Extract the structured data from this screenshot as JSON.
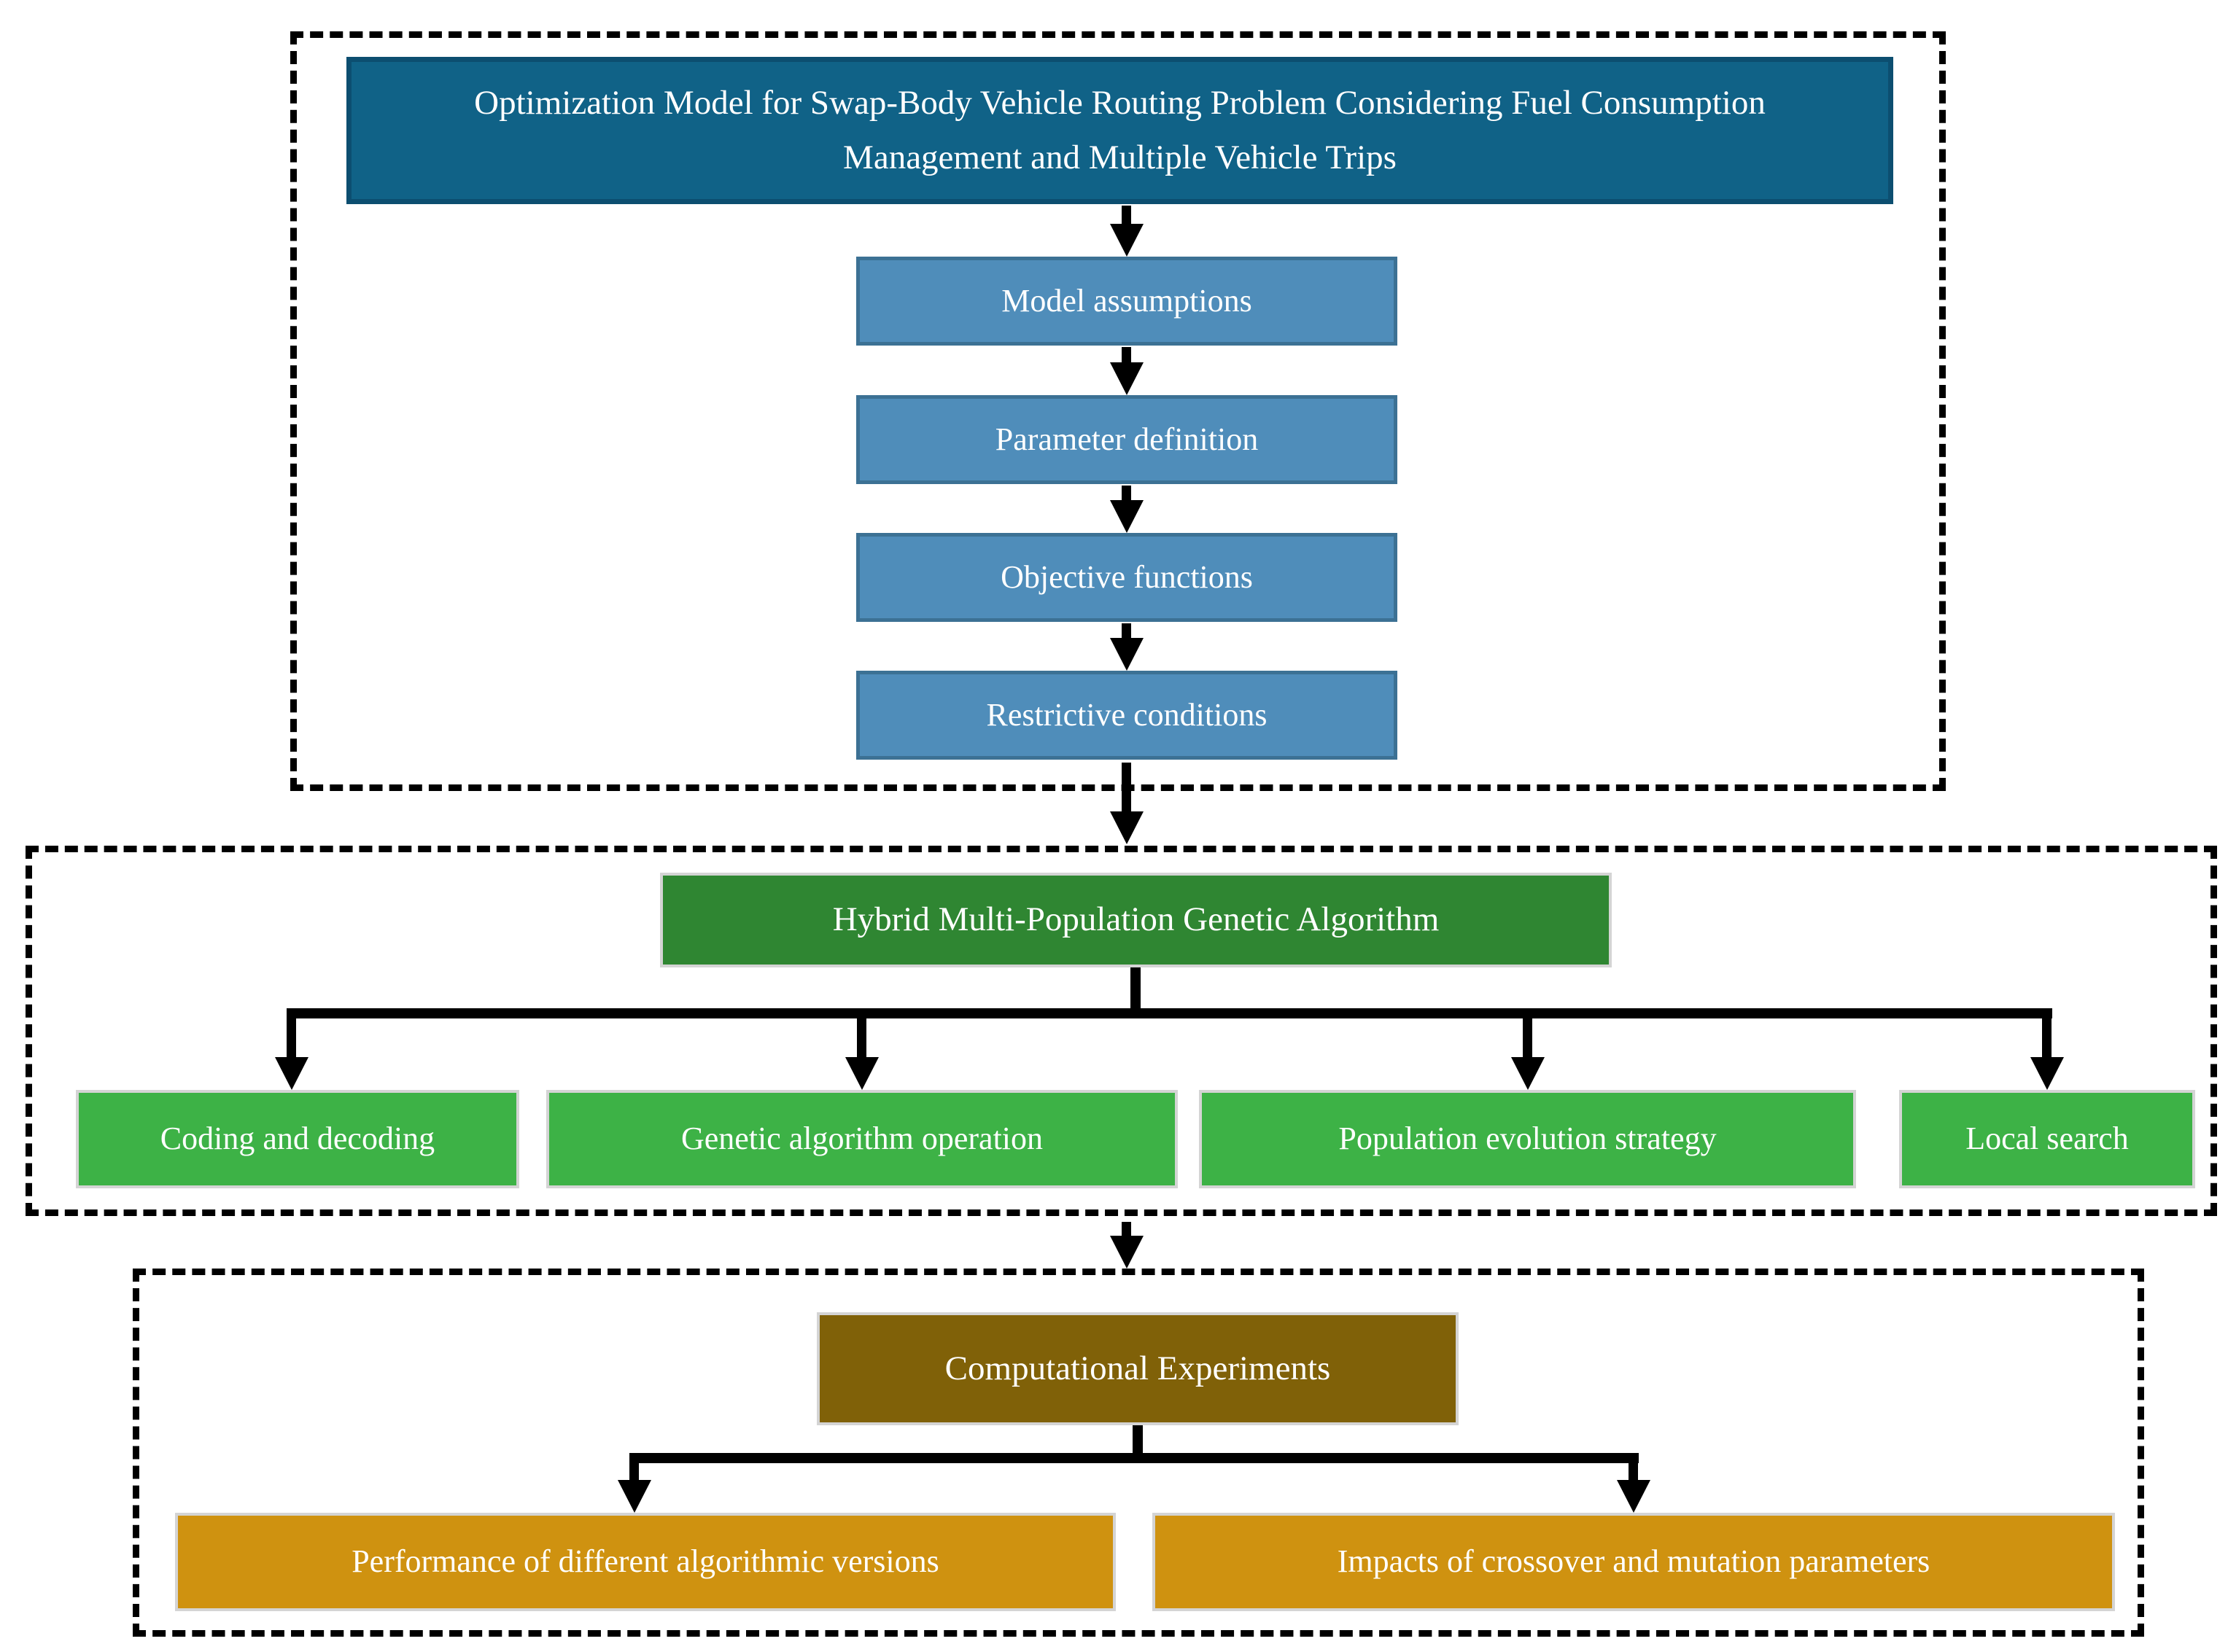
{
  "diagram": {
    "section1": {
      "title": "Optimization Model for Swap-Body Vehicle Routing Problem Considering Fuel Consumption Management and Multiple Vehicle Trips",
      "steps": [
        "Model assumptions",
        "Parameter definition",
        "Objective functions",
        "Restrictive conditions"
      ]
    },
    "section2": {
      "title": "Hybrid Multi-Population Genetic Algorithm",
      "components": [
        "Coding and decoding",
        "Genetic algorithm operation",
        "Population evolution strategy",
        "Local search"
      ]
    },
    "section3": {
      "title": "Computational Experiments",
      "components": [
        "Performance of different algorithmic versions",
        "Impacts of crossover and mutation parameters"
      ]
    },
    "colors": {
      "title_box": "#106287",
      "step_box": "#4f8dba",
      "algorithm_box": "#2f8632",
      "component_box": "#3db246",
      "experiments_box": "#806108",
      "experiment_component_box": "#cf9210",
      "connector": "#000000"
    }
  }
}
